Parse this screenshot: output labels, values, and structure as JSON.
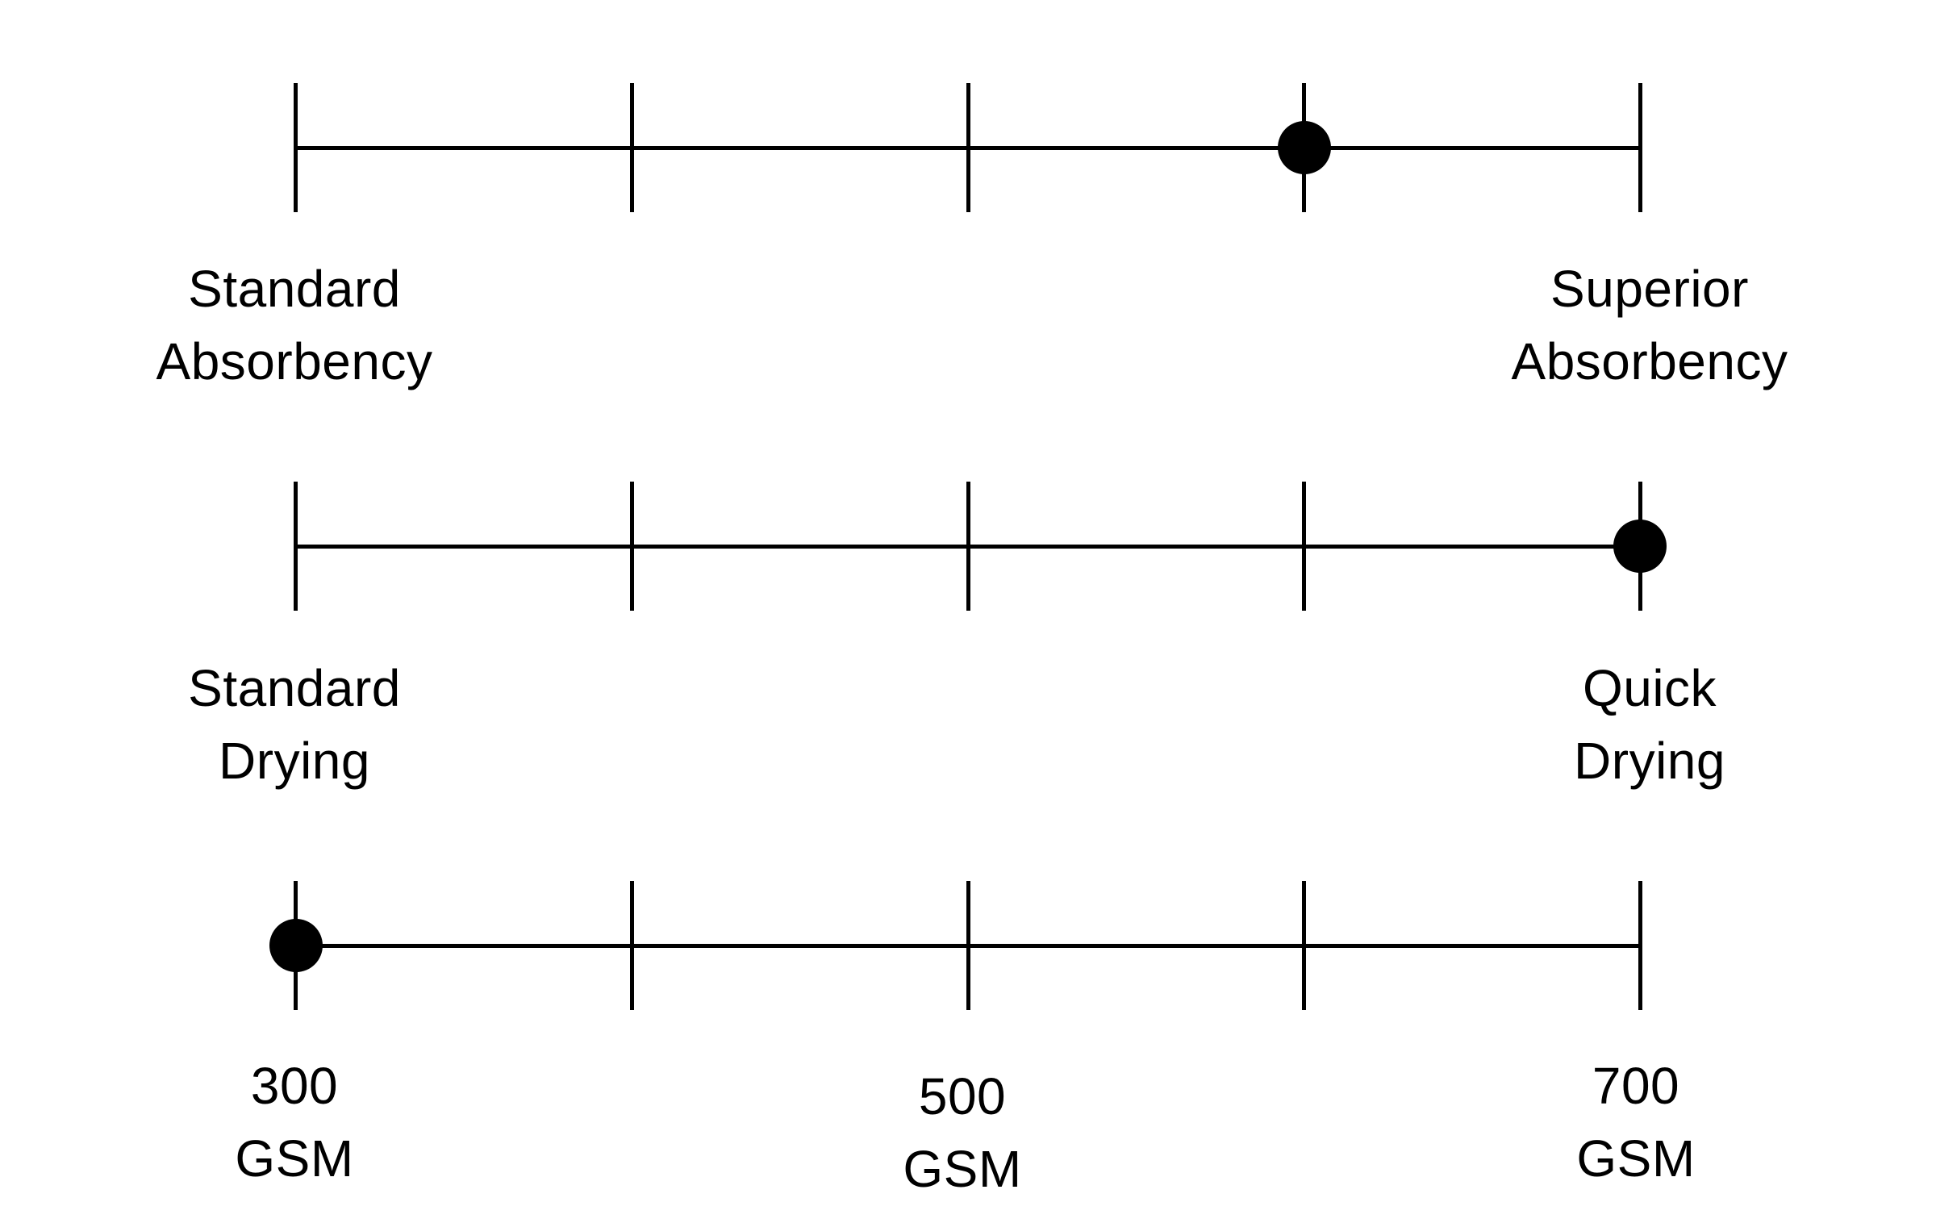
{
  "canvas": {
    "background": "#ffffff",
    "ink": "#000000"
  },
  "scales": [
    {
      "name": "absorbency",
      "ticks": 5,
      "value_tick": 4,
      "left": {
        "line1": "Standard",
        "line2": "Absorbency"
      },
      "right": {
        "line1": "Superior",
        "line2": "Absorbency"
      }
    },
    {
      "name": "drying",
      "ticks": 5,
      "value_tick": 5,
      "left": {
        "line1": "Standard",
        "line2": "Drying"
      },
      "right": {
        "line1": "Quick",
        "line2": "Drying"
      }
    },
    {
      "name": "gsm",
      "ticks": 5,
      "value_tick": 1,
      "left": {
        "line1": "300",
        "line2": "GSM"
      },
      "center": {
        "line1": "500",
        "line2": "GSM"
      },
      "right": {
        "line1": "700",
        "line2": "GSM"
      }
    }
  ]
}
